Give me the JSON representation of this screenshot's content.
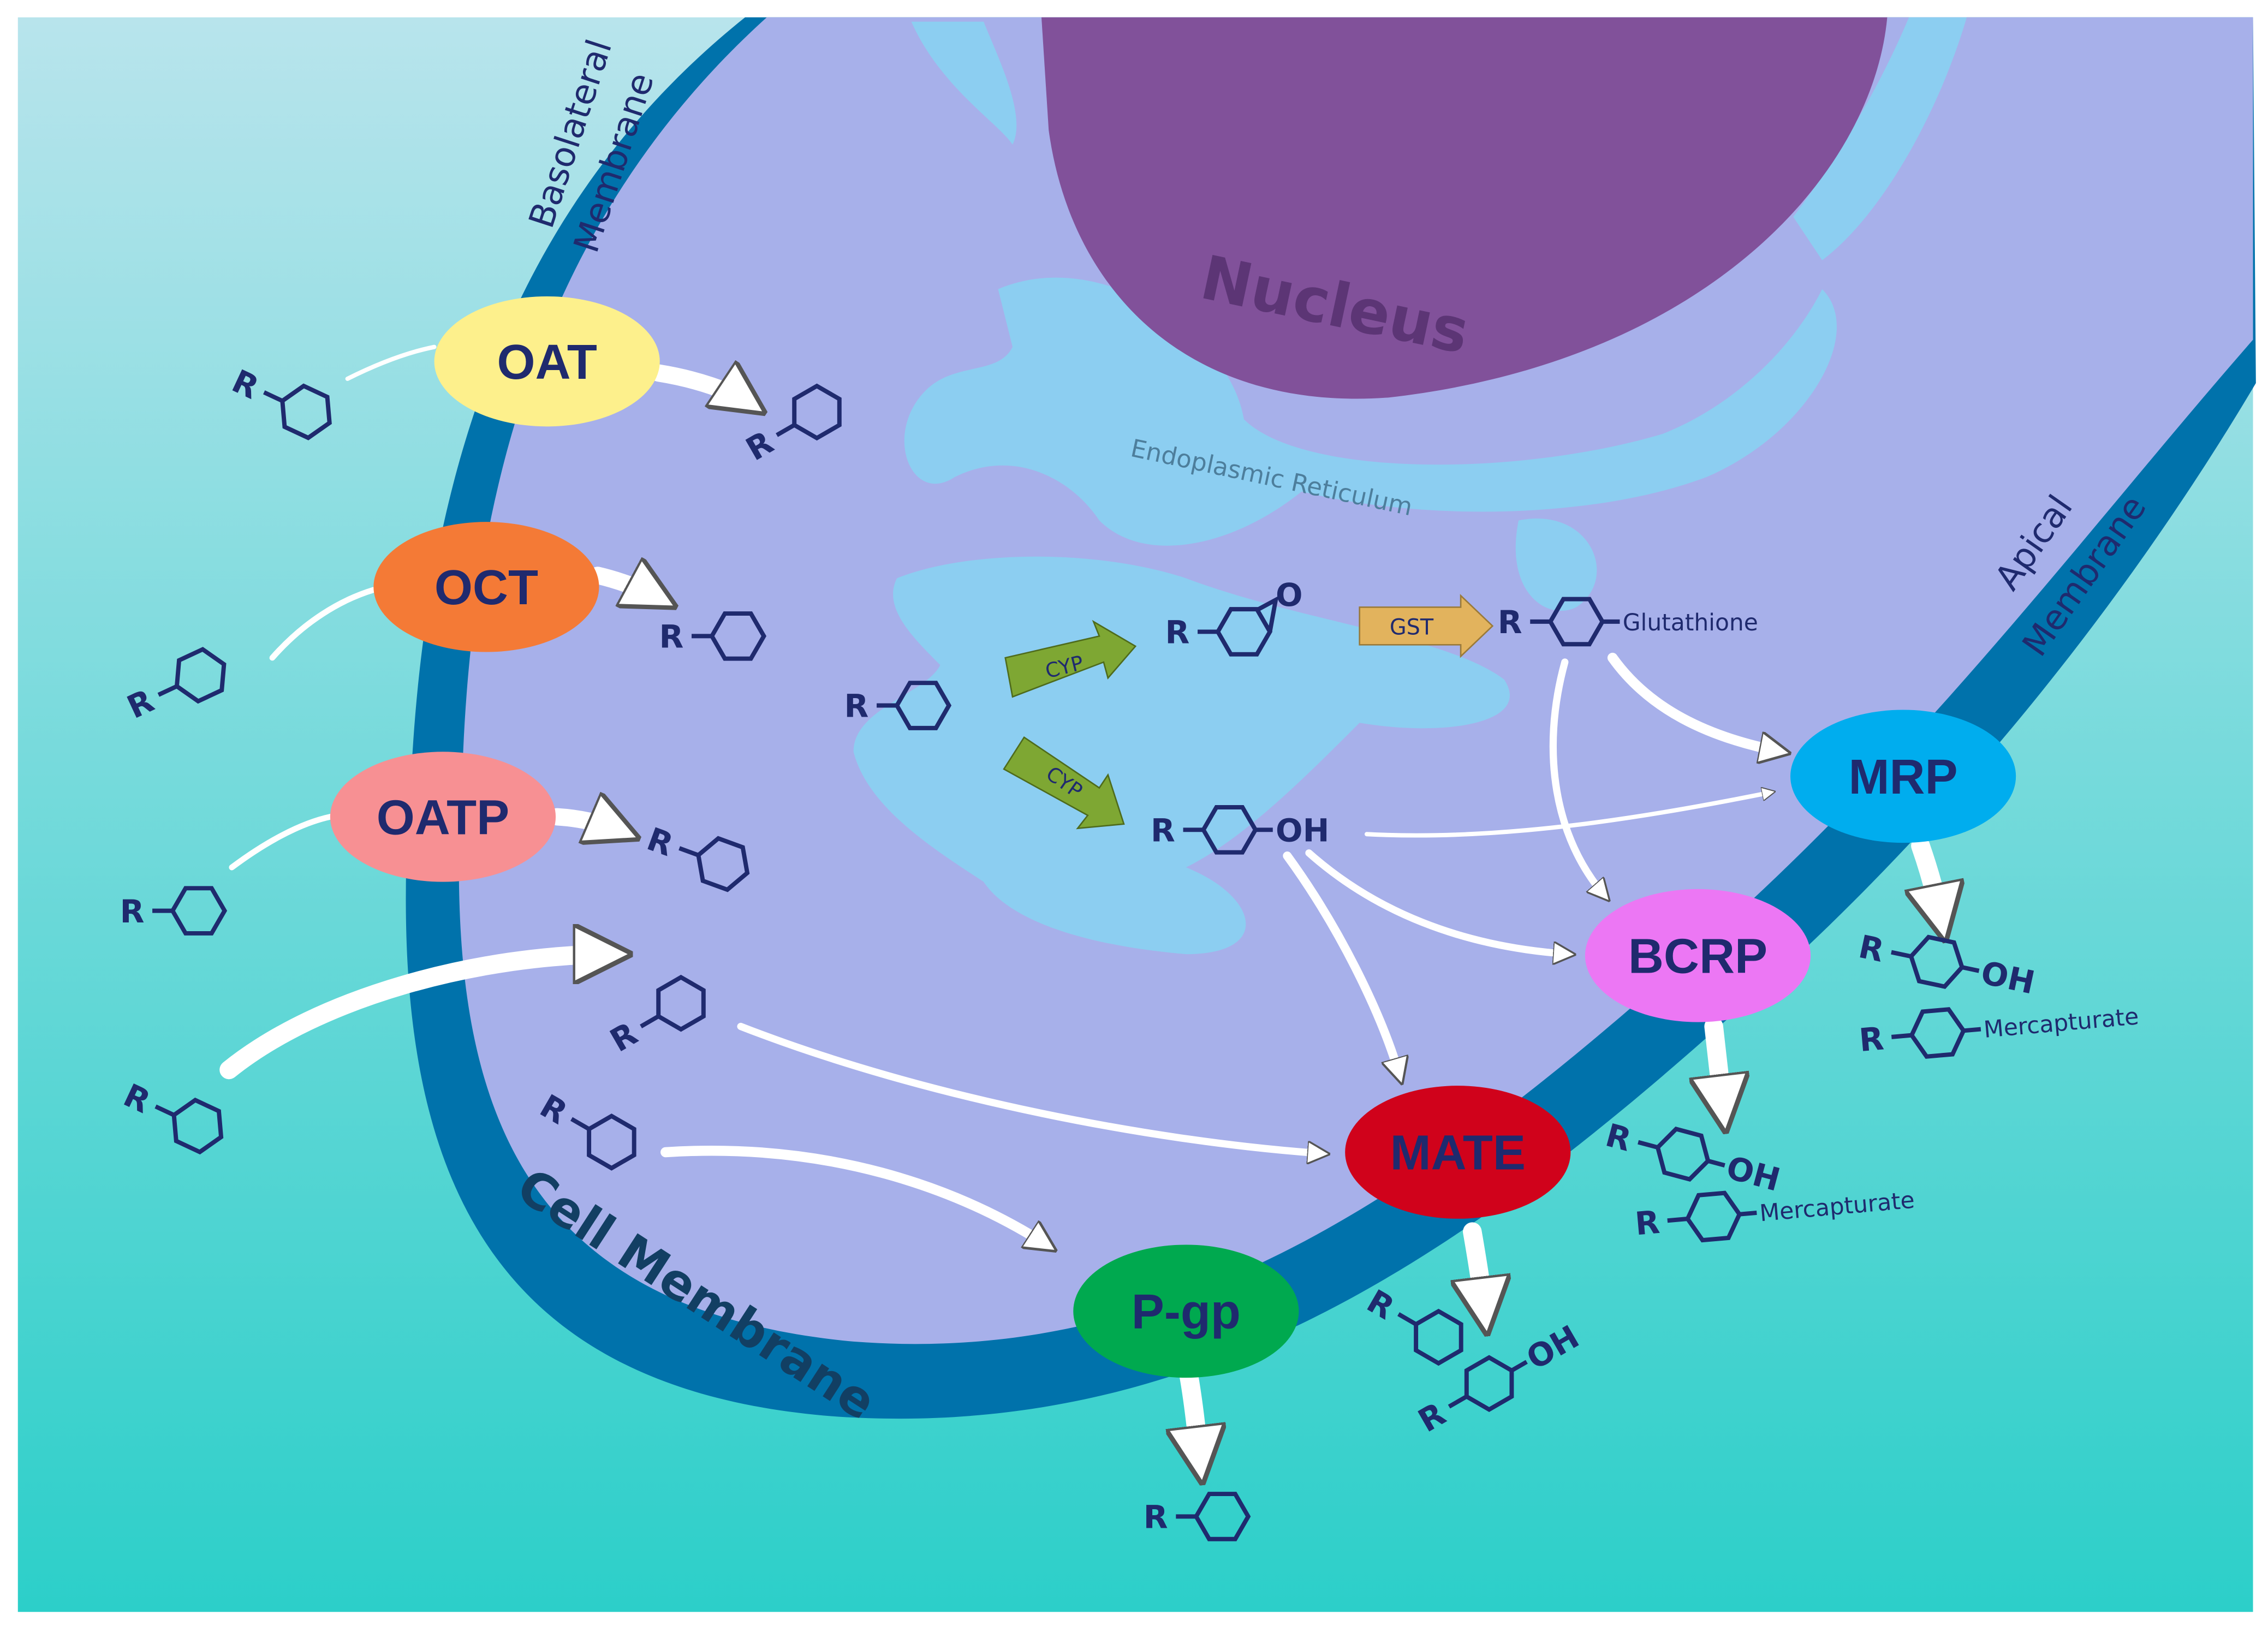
{
  "membranes": {
    "basolateral_line1": "Basolateral",
    "basolateral_line2": "Membrane",
    "apical_line1": "Apical",
    "apical_line2": "Membrane",
    "cell": "Cell Membrane"
  },
  "organelles": {
    "nucleus": "Nucleus",
    "er": "Endoplasmic Reticulum"
  },
  "transporters": {
    "oat": "OAT",
    "oct": "OCT",
    "oatp": "OATP",
    "mrp": "MRP",
    "bcrp": "BCRP",
    "mate": "MATE",
    "pgp": "P-gp"
  },
  "enzymes": {
    "cyp1": "CYP",
    "cyp2": "CYP",
    "gst": "GST"
  },
  "molecules": {
    "r": "R",
    "oh": "OH",
    "o": "O",
    "glutathione": "Glutathione",
    "mercapturate": "Mercapturate"
  },
  "colors": {
    "oat": "#fdf08c",
    "oct": "#f47a36",
    "oatp": "#f79093",
    "mrp": "#00adee",
    "bcrp": "#ec77f4",
    "mate": "#d0021b",
    "pgp": "#00a94f",
    "cyp": "#7ea733",
    "gst": "#e2b35d",
    "membrane": "#0072ab",
    "cytoplasm": "#a7b0ea",
    "er": "#8ccef1",
    "nucleus": "#81519a",
    "ink": "#1f2a6e"
  }
}
